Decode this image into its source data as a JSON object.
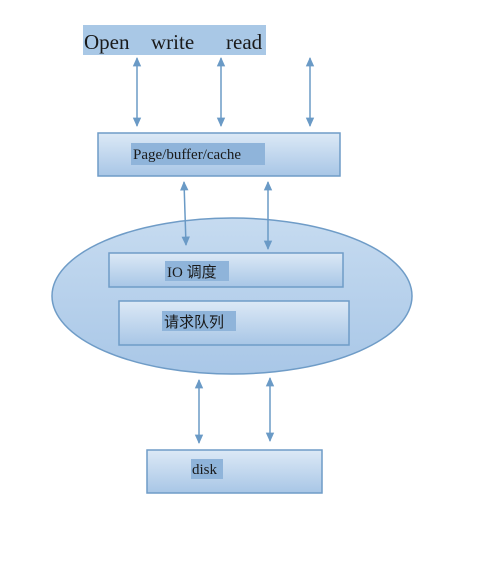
{
  "api": {
    "open_label": "Open",
    "write_label": "write",
    "read_label": "read"
  },
  "page_cache": {
    "label": "Page/buffer/cache"
  },
  "io_layer": {
    "scheduler_label": "IO 调度",
    "queue_label": "请求队列"
  },
  "disk": {
    "label": "disk"
  },
  "colors": {
    "box_fill_top": "#dce9f6",
    "box_fill_bottom": "#a8c6e6",
    "box_stroke": "#6f9cc7",
    "label_bg": "#8fb4da",
    "ellipse_fill": "#b7d1ec",
    "arrow": "#6a9ac6"
  }
}
